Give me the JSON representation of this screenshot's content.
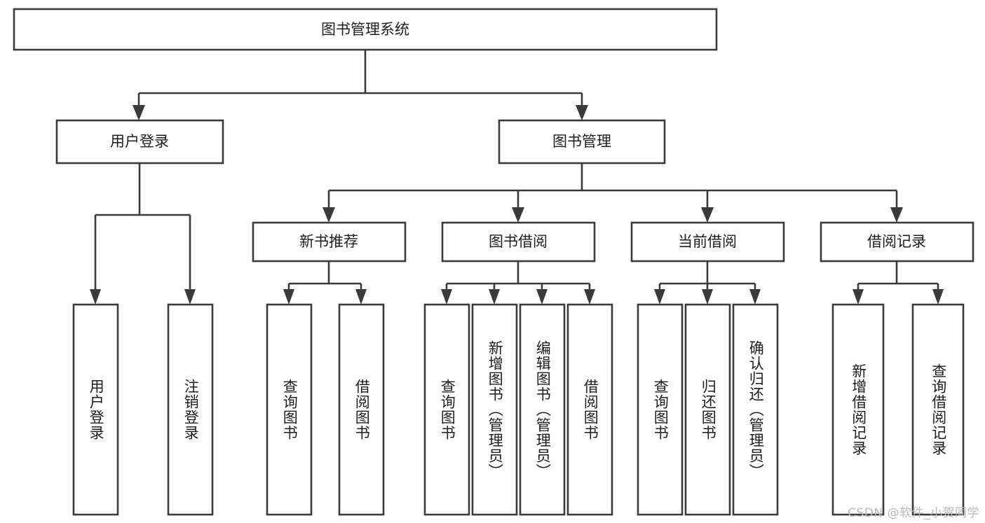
{
  "diagram": {
    "type": "tree",
    "title": "图书管理系统",
    "watermark": "CSDN @软件_小贺同学",
    "colors": {
      "box_stroke": "#3a3a3a",
      "box_fill": "#ffffff",
      "text": "#1d1d1d",
      "background": "#ffffff",
      "watermark": "#b9b9b9"
    },
    "root": {
      "label": "图书管理系统"
    },
    "level2": [
      {
        "label": "用户登录"
      },
      {
        "label": "图书管理"
      }
    ],
    "level3": [
      {
        "label": "新书推荐"
      },
      {
        "label": "图书借阅"
      },
      {
        "label": "当前借阅"
      },
      {
        "label": "借阅记录"
      }
    ],
    "leaves": {
      "user_login": [
        {
          "label": "用户登录"
        },
        {
          "label": "注销登录"
        }
      ],
      "new_book_recommend": [
        {
          "label": "查询图书"
        },
        {
          "label": "借阅图书"
        }
      ],
      "book_borrow": [
        {
          "label": "查询图书"
        },
        {
          "label": "新增图书（管理员）"
        },
        {
          "label": "编辑图书（管理员）"
        },
        {
          "label": "借阅图书"
        }
      ],
      "current_borrow": [
        {
          "label": "查询图书"
        },
        {
          "label": "归还图书"
        },
        {
          "label": "确认归还（管理员）"
        }
      ],
      "borrow_record": [
        {
          "label": "新增借阅记录"
        },
        {
          "label": "查询借阅记录"
        }
      ]
    }
  }
}
